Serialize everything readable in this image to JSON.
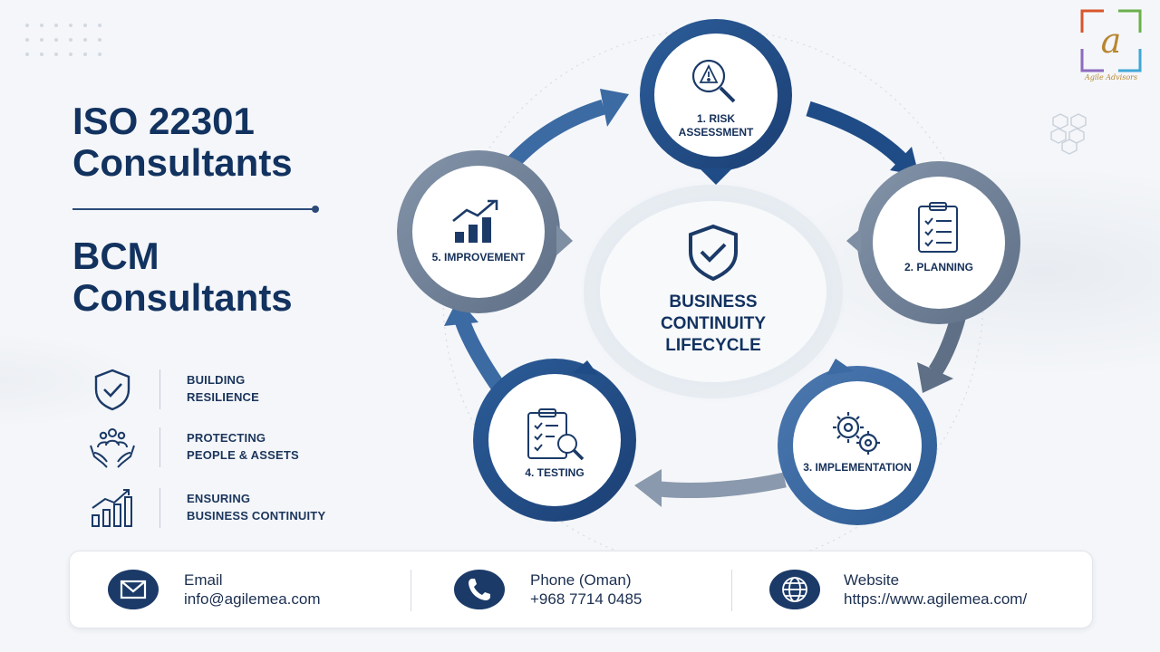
{
  "brand": {
    "logo_letter": "a",
    "logo_text": "Agile Advisors",
    "colors": {
      "navy": "#12325f",
      "blue": "#2e64a0",
      "steel": "#7e8ea3",
      "gold": "#b8862f"
    }
  },
  "headline": {
    "line1a": "ISO 22301",
    "line1b": "Consultants",
    "line2a": "BCM",
    "line2b": "Consultants"
  },
  "features": [
    {
      "icon": "shield-check-icon",
      "line1": "BUILDING",
      "line2": "RESILIENCE"
    },
    {
      "icon": "people-hands-icon",
      "line1": "PROTECTING",
      "line2": "PEOPLE & ASSETS"
    },
    {
      "icon": "growth-chart-icon",
      "line1": "ENSURING",
      "line2": "BUSINESS CONTINUITY"
    }
  ],
  "lifecycle": {
    "center_icon": "shield-check-icon",
    "center_line1": "BUSINESS",
    "center_line2": "CONTINUITY",
    "center_line3": "LIFECYCLE",
    "steps": [
      {
        "icon": "risk-search-icon",
        "line1": "1. RISK",
        "line2": "ASSESSMENT"
      },
      {
        "icon": "clipboard-checklist-icon",
        "line1": "2. PLANNING",
        "line2": ""
      },
      {
        "icon": "gears-icon",
        "line1": "3. IMPLEMENTATION",
        "line2": ""
      },
      {
        "icon": "clipboard-search-icon",
        "line1": "4. TESTING",
        "line2": ""
      },
      {
        "icon": "bar-chart-trend-icon",
        "line1": "5. IMPROVEMENT",
        "line2": ""
      }
    ]
  },
  "contact": {
    "email_label": "Email",
    "email_value": "info@agilemea.com",
    "phone_label": "Phone (Oman)",
    "phone_value": "+968 7714 0485",
    "website_label": "Website",
    "website_value": "https://www.agilemea.com/"
  }
}
